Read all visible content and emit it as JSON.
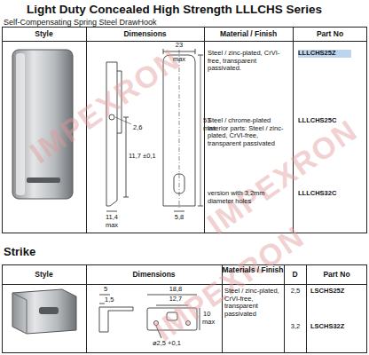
{
  "diagram": {
    "title": "Light Duty Concealed High Strength LLLCHS Series",
    "labels": [
      "Self-Compensating Spring Steel DrawHook",
      "Style",
      "Dimensions",
      "Material / Finish",
      "Part No",
      "23",
      "max",
      "53",
      "max",
      "2,6",
      "11,7 ±0,1",
      "11,4",
      "max",
      "5,8",
      "Steel / zinc-plated, CrVI-free, transparent passivated.",
      "LLLCHS25Z",
      "Steel / chrome-plated Interior parts: Steel / zinc-plated, CrVI-free, transparent passivated",
      "LLLCHS25C",
      "version with 3,2mm diameter holes",
      "LLLCHS32C",
      "Strike",
      "Style",
      "Dimensions",
      "Materials / Finish",
      "D",
      "Part No",
      "5",
      "1,5",
      "18,8",
      "12,7",
      "10",
      "max",
      "ø2,5 +0,1",
      "Steel / zinc-plated, CrVI-free, transparent passivated",
      "2,5",
      "LSCHS25Z",
      "3,2",
      "LSCHS32Z",
      "IMPEXRON",
      "IMPEXRON",
      "IMPEXRON"
    ]
  }
}
